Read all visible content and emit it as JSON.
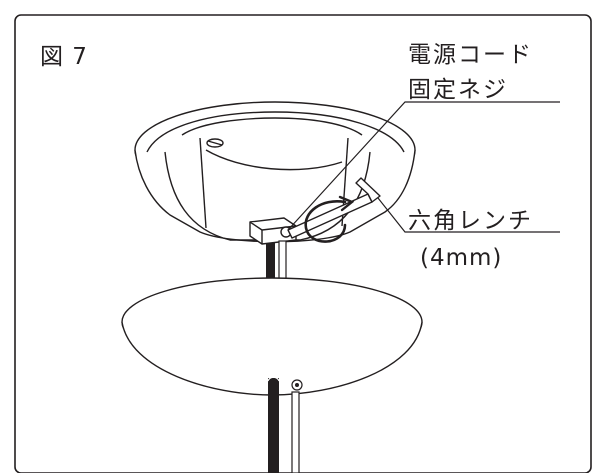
{
  "figure": {
    "label": "図 7",
    "callouts": {
      "cord_screw_line1": "電源コード",
      "cord_screw_line2": "固定ネジ",
      "wrench_name": "六角レンチ",
      "wrench_size": "(4mm)"
    }
  },
  "colors": {
    "line": "#231f20",
    "background": "#ffffff"
  }
}
